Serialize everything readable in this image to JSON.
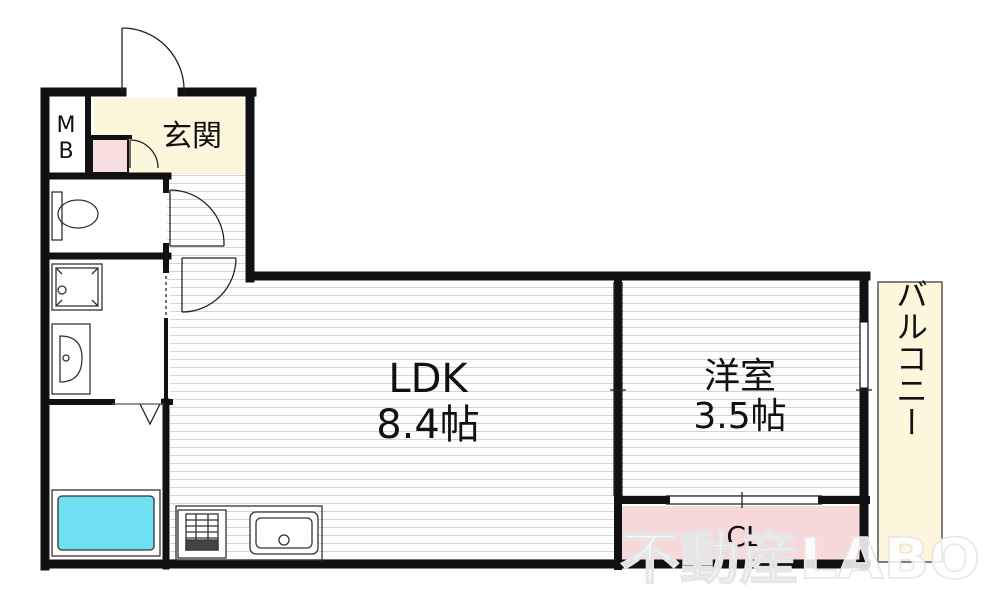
{
  "rooms": {
    "mb": {
      "line1": "M",
      "line2": "B"
    },
    "entrance": "玄関",
    "ldk": {
      "name": "LDK",
      "size": "8.4帖"
    },
    "western_room": {
      "name": "洋室",
      "size": "3.5帖"
    },
    "closet": "CL",
    "balcony": "バルコニー"
  },
  "watermark": "不動産LABO",
  "colors": {
    "wall": "#111111",
    "entrance_floor": "#fbf6dc",
    "shoe_box": "#f6dede",
    "closet_floor": "#f8d9d9",
    "balcony_floor": "#fbf6dc",
    "bath_tub": "#6fdff2",
    "flooring_line": "#cfcfcf"
  }
}
